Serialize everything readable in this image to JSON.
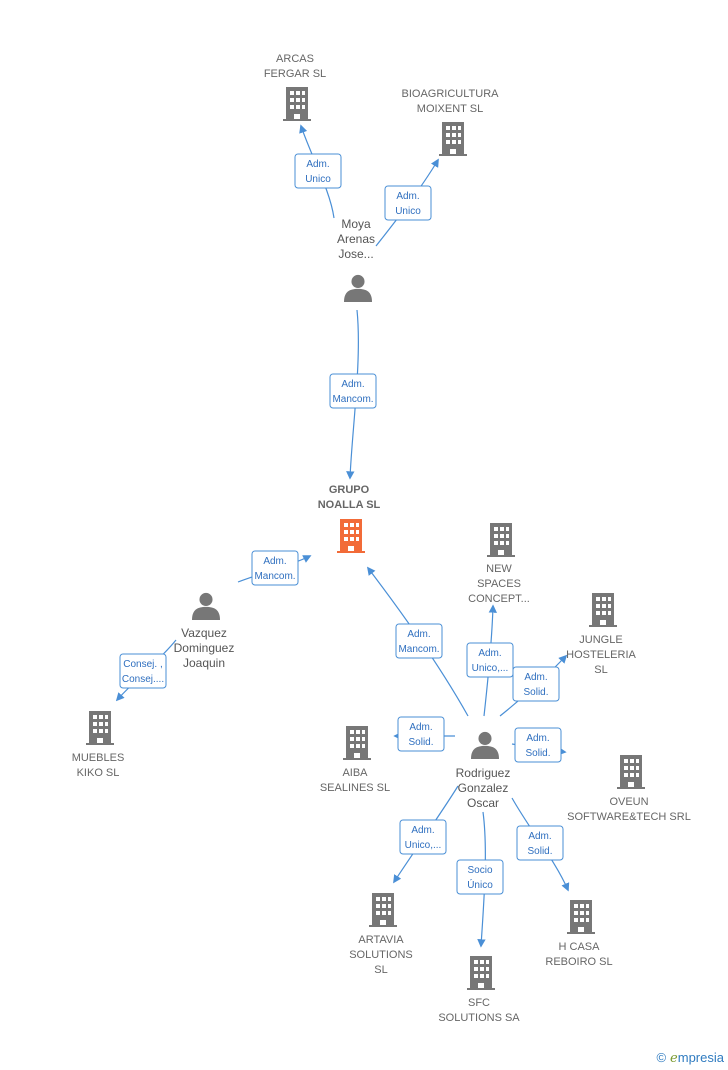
{
  "nodes": {
    "arcas": {
      "label": [
        "ARCAS",
        "FERGAR SL"
      ],
      "kind": "company"
    },
    "bioagricultura": {
      "label": [
        "BIOAGRICULTURA",
        "MOIXENT  SL"
      ],
      "kind": "company"
    },
    "moya": {
      "label": [
        "Moya",
        "Arenas",
        "Jose..."
      ],
      "kind": "person"
    },
    "grupo": {
      "label": [
        "GRUPO",
        "NOALLA  SL"
      ],
      "kind": "company-focus"
    },
    "vazquez": {
      "label": [
        "Vazquez",
        "Dominguez",
        "Joaquin"
      ],
      "kind": "person"
    },
    "muebles": {
      "label": [
        "MUEBLES",
        "KIKO  SL"
      ],
      "kind": "company"
    },
    "new_spaces": {
      "label": [
        "NEW",
        "SPACES",
        "CONCEPT..."
      ],
      "kind": "company"
    },
    "jungle": {
      "label": [
        "JUNGLE",
        "HOSTELERIA",
        "SL"
      ],
      "kind": "company"
    },
    "aiba": {
      "label": [
        "AIBA",
        "SEALINES  SL"
      ],
      "kind": "company"
    },
    "rodriguez": {
      "label": [
        "Rodriguez",
        "Gonzalez",
        "Oscar"
      ],
      "kind": "person"
    },
    "oveun": {
      "label": [
        "OVEUN",
        "SOFTWARE&TECH SRL"
      ],
      "kind": "company"
    },
    "artavia": {
      "label": [
        "ARTAVIA",
        "SOLUTIONS",
        "SL"
      ],
      "kind": "company"
    },
    "sfc": {
      "label": [
        "SFC",
        "SOLUTIONS SA"
      ],
      "kind": "company"
    },
    "hcasa": {
      "label": [
        "H CASA",
        "REBOIRO SL"
      ],
      "kind": "company"
    }
  },
  "relations": [
    {
      "from": "moya",
      "to": "arcas",
      "label": [
        "Adm.",
        "Unico"
      ]
    },
    {
      "from": "moya",
      "to": "bioagricultura",
      "label": [
        "Adm.",
        "Unico"
      ]
    },
    {
      "from": "moya",
      "to": "grupo",
      "label": [
        "Adm.",
        "Mancom."
      ]
    },
    {
      "from": "vazquez",
      "to": "grupo",
      "label": [
        "Adm.",
        "Mancom."
      ]
    },
    {
      "from": "vazquez",
      "to": "muebles",
      "label": [
        "Consej. ,",
        "Consej...."
      ]
    },
    {
      "from": "rodriguez",
      "to": "grupo",
      "label": [
        "Adm.",
        "Mancom."
      ]
    },
    {
      "from": "rodriguez",
      "to": "new_spaces",
      "label": [
        "Adm.",
        "Unico,..."
      ]
    },
    {
      "from": "rodriguez",
      "to": "jungle",
      "label": [
        "Adm.",
        "Solid."
      ]
    },
    {
      "from": "rodriguez",
      "to": "aiba",
      "label": [
        "Adm.",
        "Solid."
      ]
    },
    {
      "from": "rodriguez",
      "to": "oveun",
      "label": [
        "Adm.",
        "Solid."
      ]
    },
    {
      "from": "rodriguez",
      "to": "artavia",
      "label": [
        "Adm.",
        "Unico,..."
      ]
    },
    {
      "from": "rodriguez",
      "to": "sfc",
      "label": [
        "Socio",
        "Único"
      ]
    },
    {
      "from": "rodriguez",
      "to": "hcasa",
      "label": [
        "Adm.",
        "Solid."
      ]
    }
  ],
  "brand": {
    "copyright": "©",
    "initial": "e",
    "name": "mpresia"
  },
  "colors": {
    "edge": "#4a8fd6",
    "focus": "#f26b38",
    "icon": "#777777"
  }
}
